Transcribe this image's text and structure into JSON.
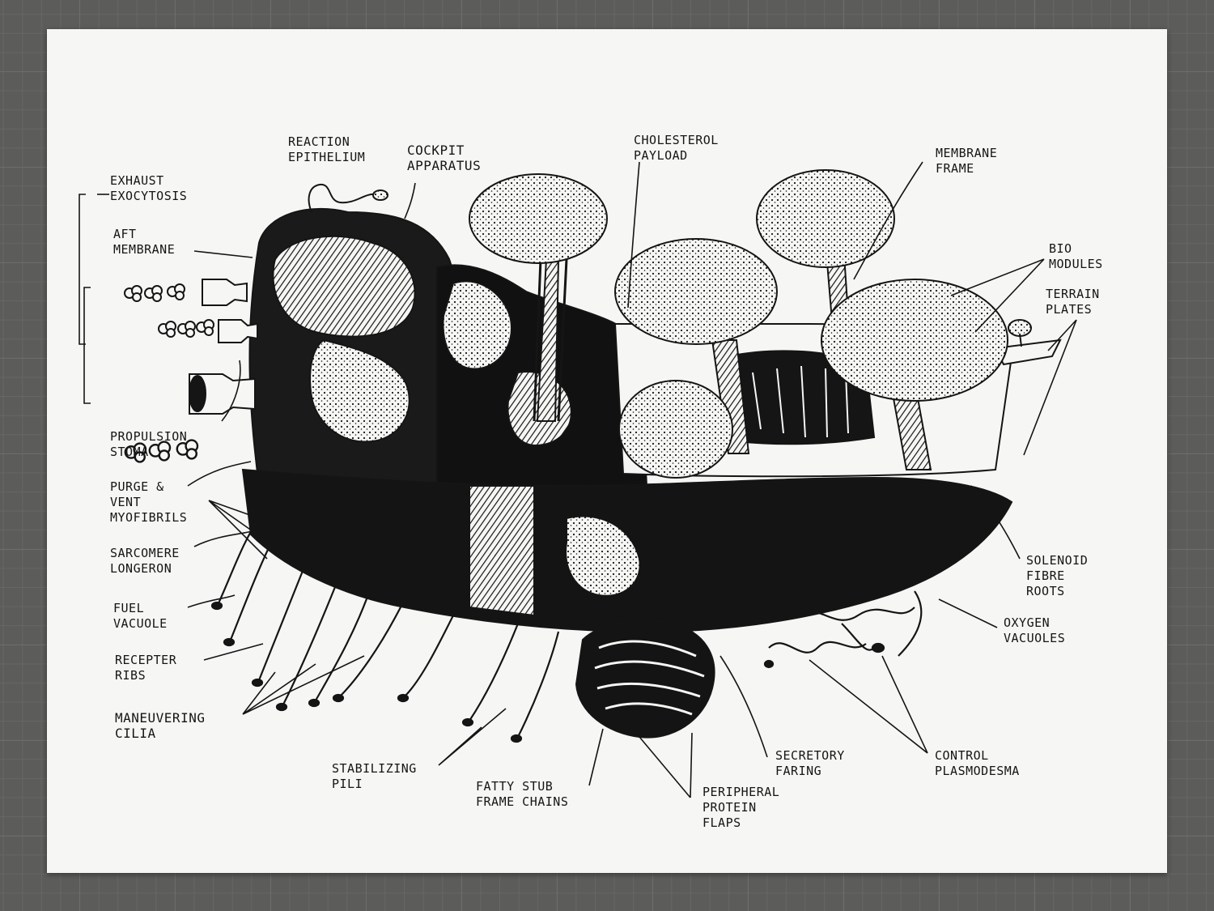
{
  "labels": {
    "reaction_epithelium": [
      "REACTION",
      "EPITHELIUM"
    ],
    "cockpit_apparatus": [
      "COCKPIT",
      "APPARATUS"
    ],
    "cholesterol_payload": [
      "CHOLESTEROL",
      "PAYLOAD"
    ],
    "membrane_frame": [
      "MEMBRANE",
      "FRAME"
    ],
    "exhaust_exocytosis": [
      "EXHAUST",
      "EXOCYTOSIS"
    ],
    "aft_membrane": [
      "AFT",
      "MEMBRANE"
    ],
    "bio_modules": [
      "BIO",
      "MODULES"
    ],
    "terrain_plates": [
      "TERRAIN",
      "PLATES"
    ],
    "propulsion_stoma": [
      "PROPULSION",
      "STOMA"
    ],
    "purge_vent_myofibrils": [
      "PURGE &",
      "VENT",
      "MYOFIBRILS"
    ],
    "sarcomere_longeron": [
      "SARCOMERE",
      "LONGERON"
    ],
    "fuel_vacuole": [
      "FUEL",
      "VACUOLE"
    ],
    "recepter_ribs": [
      "RECEPTER",
      "RIBS"
    ],
    "maneuvering_cilia": [
      "MANEUVERING",
      "CILIA"
    ],
    "solenoid_fibre_roots": [
      "SOLENOID",
      "FIBRE",
      "ROOTS"
    ],
    "oxygen_vacuoles": [
      "OXYGEN",
      "VACUOLES"
    ],
    "stabilizing_pili": [
      "STABILIZING",
      "PILI"
    ],
    "fatty_stub_frame_chains": [
      "FATTY STUB",
      "FRAME CHAINS"
    ],
    "peripheral_protein_flaps": [
      "PERIPHERAL",
      "PROTEIN",
      "FLAPS"
    ],
    "secretory_faring": [
      "SECRETORY",
      "FARING"
    ],
    "control_plasmodesma": [
      "CONTROL",
      "PLASMODESMA"
    ]
  },
  "colors": {
    "ink": "#151515",
    "paper": "#f6f6f4",
    "mat": "#5c5d5b"
  }
}
